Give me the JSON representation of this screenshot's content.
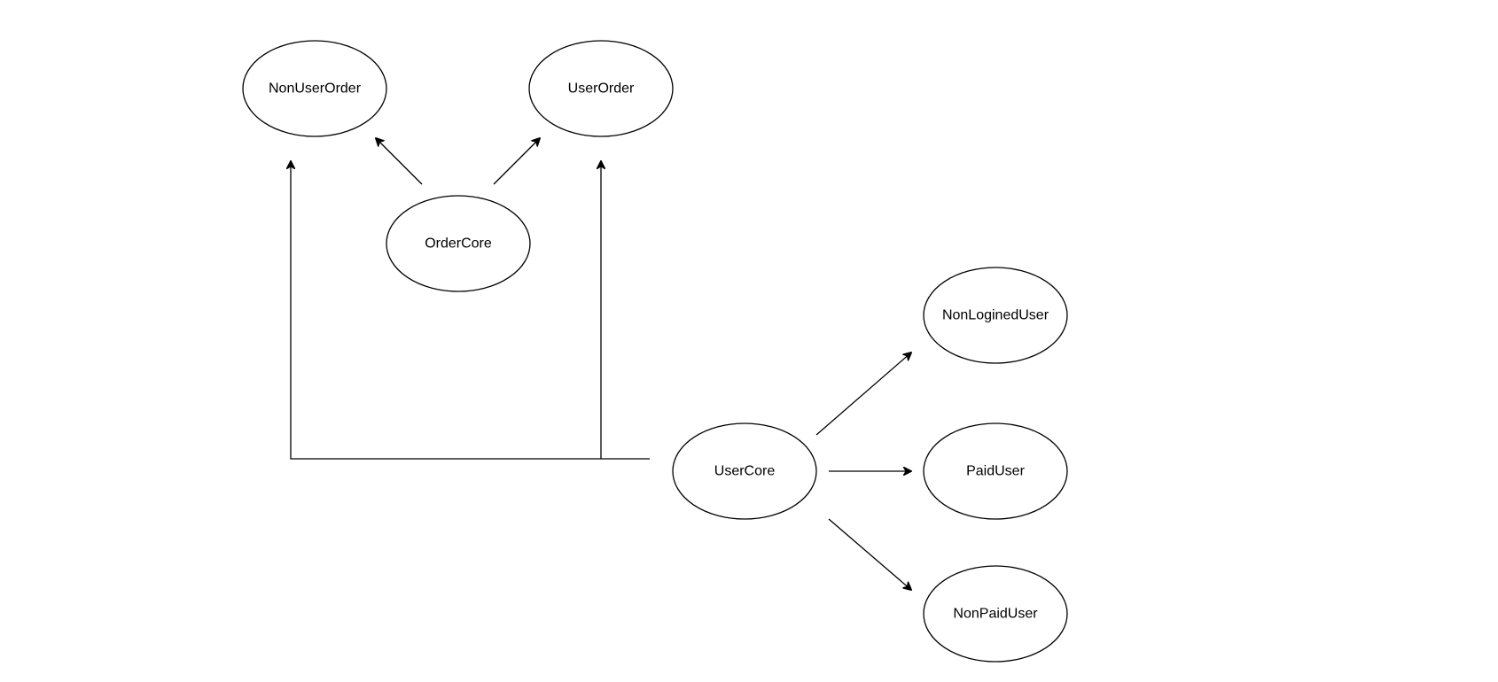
{
  "diagram": {
    "colors": {
      "stroke": "#000000",
      "fill": "#ffffff",
      "text": "#000000",
      "background": "#ffffff"
    },
    "nodes": [
      {
        "id": "non-user-order",
        "label": "NonUserOrder"
      },
      {
        "id": "user-order",
        "label": "UserOrder"
      },
      {
        "id": "order-core",
        "label": "OrderCore"
      },
      {
        "id": "non-logined-user",
        "label": "NonLoginedUser"
      },
      {
        "id": "user-core",
        "label": "UserCore"
      },
      {
        "id": "paid-user",
        "label": "PaidUser"
      },
      {
        "id": "non-paid-user",
        "label": "NonPaidUser"
      }
    ],
    "edges": [
      {
        "id": "order-core-to-non-user-order",
        "from": "order-core",
        "to": "non-user-order"
      },
      {
        "id": "order-core-to-user-order",
        "from": "order-core",
        "to": "user-order"
      },
      {
        "id": "user-core-to-non-user-order",
        "from": "user-core",
        "to": "non-user-order"
      },
      {
        "id": "user-core-to-user-order",
        "from": "user-core",
        "to": "user-order"
      },
      {
        "id": "user-core-to-non-logined-user",
        "from": "user-core",
        "to": "non-logined-user"
      },
      {
        "id": "user-core-to-paid-user",
        "from": "user-core",
        "to": "paid-user"
      },
      {
        "id": "user-core-to-non-paid-user",
        "from": "user-core",
        "to": "non-paid-user"
      }
    ]
  }
}
